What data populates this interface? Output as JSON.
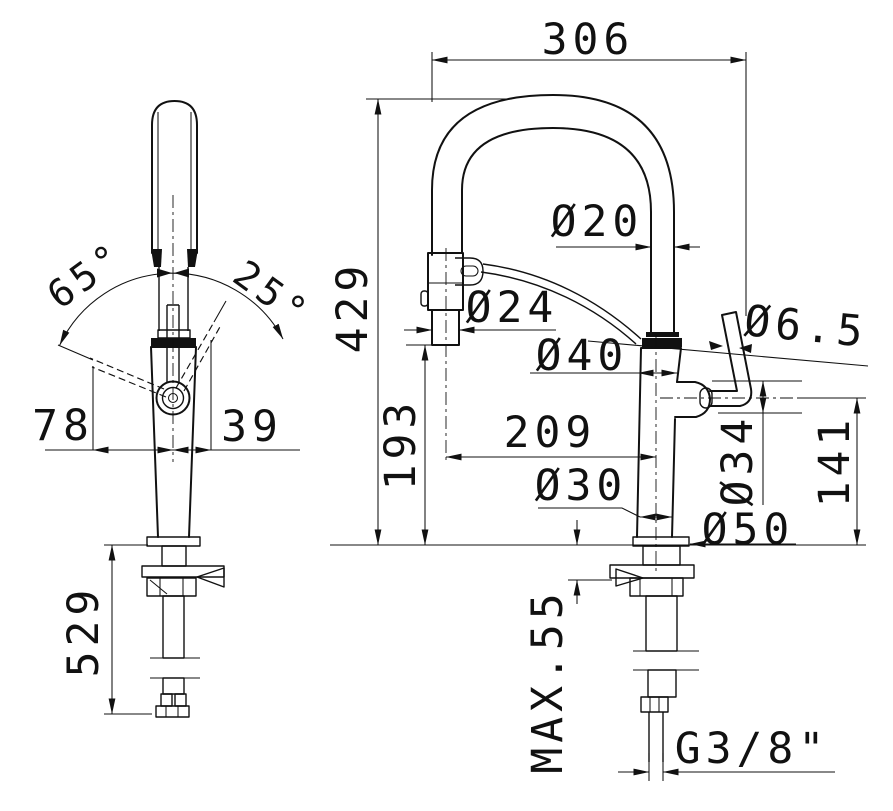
{
  "page": {
    "background": "#ffffff",
    "ink": "#111111"
  },
  "drawing": {
    "front_view": {
      "angle_open": "65°",
      "angle_close": "25°",
      "offset_left": "78",
      "offset_right": "39",
      "under_counter_depth": "529"
    },
    "side_view": {
      "overall_width": "306",
      "overall_height": "429",
      "spout_outlet_height": "193",
      "spout_reach": "209",
      "spout_tube_dia": "Ø20",
      "spray_head_dia": "Ø24",
      "body_top_dia": "Ø40",
      "body_bottom_dia": "Ø30",
      "base_dia": "Ø50",
      "handle_boss_dia": "Ø34",
      "handle_height": "141",
      "lever_dia": "Ø6.5",
      "max_counter_thickness": "MAX.55",
      "supply_thread": "G3/8\""
    }
  }
}
